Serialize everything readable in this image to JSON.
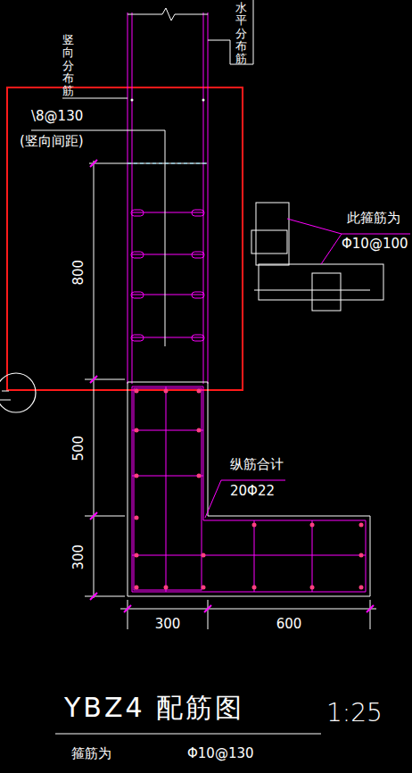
{
  "diagram": {
    "title": "YBZ4 配筋图",
    "labels": [
      "竖向分布筋",
      "水平分布筋",
      "\\8@130",
      "(竖向间距)",
      "800",
      "此箍筋为",
      "Φ10@100",
      "500",
      "纵筋合计",
      "20Φ22",
      "300",
      "300",
      "600",
      "1:25",
      "箍筋为",
      "Φ10@130"
    ]
  }
}
